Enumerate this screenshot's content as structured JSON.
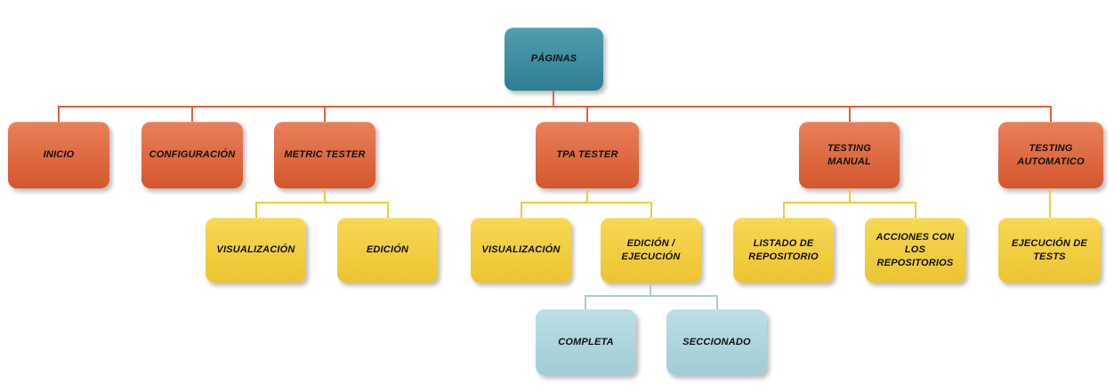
{
  "palette": {
    "canvas-bg": "#ffffff",
    "root-top": "#4f9fb0",
    "root-bottom": "#2e7d92",
    "l2-top": "#e9805a",
    "l2-bottom": "#d4572c",
    "l3-top": "#f7d854",
    "l3-bottom": "#ecc431",
    "l4-top": "#bcdfe5",
    "l4-bottom": "#a2ccd6",
    "line-l2": "#e2613c",
    "line-l3": "#efca3a",
    "line-l4": "#a9ced8",
    "node-text": "#111111"
  },
  "tree": {
    "label": "PÁGINAS",
    "children": [
      {
        "label": "INICIO"
      },
      {
        "label": "CONFIGURACIÓN"
      },
      {
        "label": "METRIC TESTER",
        "children": [
          {
            "label": "VISUALIZACIÓN"
          },
          {
            "label": "EDICIÓN"
          }
        ]
      },
      {
        "label": "TPA TESTER",
        "children": [
          {
            "label": "VISUALIZACIÓN"
          },
          {
            "label": "EDICIÓN / EJECUCIÓN",
            "children": [
              {
                "label": "COMPLETA"
              },
              {
                "label": "SECCIONADO"
              }
            ]
          }
        ]
      },
      {
        "label": "TESTING MANUAL",
        "children": [
          {
            "label": "LISTADO DE REPOSITORIO"
          },
          {
            "label": "ACCIONES CON LOS REPOSITORIOS"
          }
        ]
      },
      {
        "label": "TESTING AUTOMATICO",
        "children": [
          {
            "label": "EJECUCIÓN DE TESTS"
          }
        ]
      }
    ]
  }
}
